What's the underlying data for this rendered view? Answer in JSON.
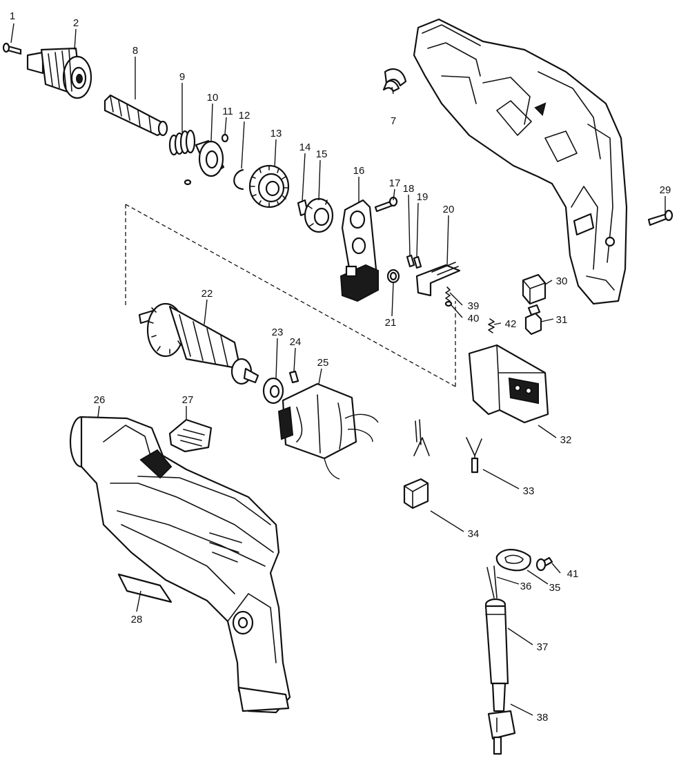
{
  "diagram": {
    "colors": {
      "line": "#111111",
      "background": "#ffffff",
      "fill_dark": "#1a1a1a"
    },
    "parts": [
      {
        "number": "1"
      },
      {
        "number": "2"
      },
      {
        "number": "7"
      },
      {
        "number": "8"
      },
      {
        "number": "9"
      },
      {
        "number": "10"
      },
      {
        "number": "11"
      },
      {
        "number": "12"
      },
      {
        "number": "13"
      },
      {
        "number": "14"
      },
      {
        "number": "15"
      },
      {
        "number": "16"
      },
      {
        "number": "17"
      },
      {
        "number": "18"
      },
      {
        "number": "19"
      },
      {
        "number": "20"
      },
      {
        "number": "21"
      },
      {
        "number": "22"
      },
      {
        "number": "23"
      },
      {
        "number": "24"
      },
      {
        "number": "25"
      },
      {
        "number": "26"
      },
      {
        "number": "27"
      },
      {
        "number": "28"
      },
      {
        "number": "29"
      },
      {
        "number": "30"
      },
      {
        "number": "31"
      },
      {
        "number": "32"
      },
      {
        "number": "33"
      },
      {
        "number": "34"
      },
      {
        "number": "35"
      },
      {
        "number": "36"
      },
      {
        "number": "37"
      },
      {
        "number": "38"
      },
      {
        "number": "39"
      },
      {
        "number": "40"
      },
      {
        "number": "41"
      },
      {
        "number": "42"
      }
    ]
  }
}
